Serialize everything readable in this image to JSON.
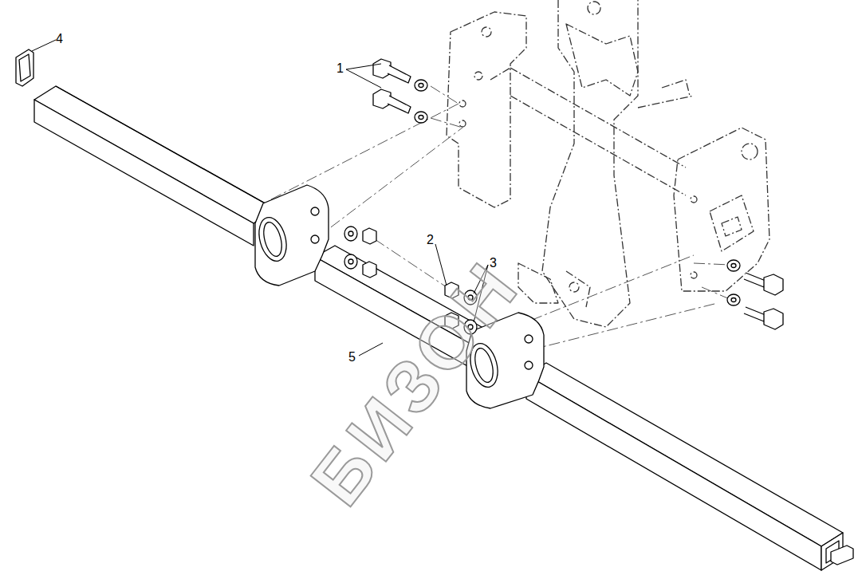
{
  "diagram": {
    "labels": [
      "1",
      "2",
      "3",
      "4",
      "5",
      "БИЗОН"
    ]
  }
}
